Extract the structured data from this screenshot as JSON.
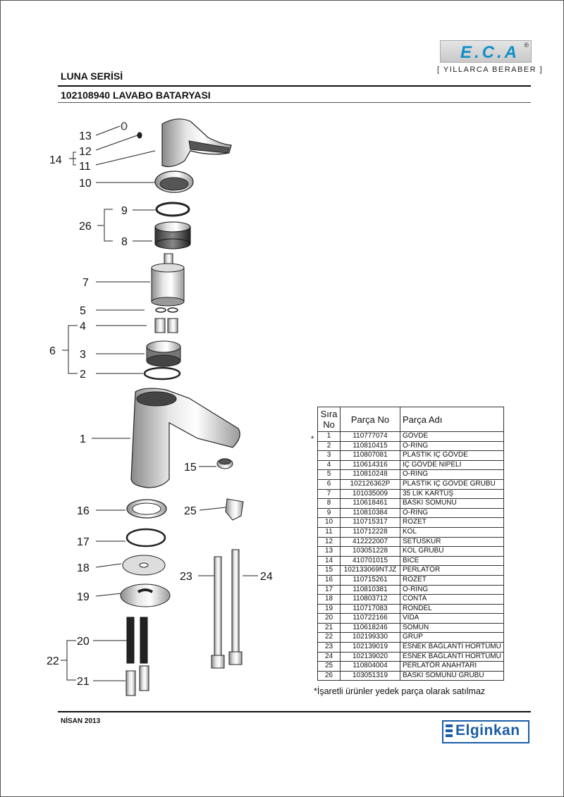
{
  "header": {
    "logo_text": "E.C.A",
    "logo_mark": "®",
    "slogan": "[ YILLARCA BERABER ]",
    "series": "LUNA SERİSİ",
    "product": "102108940  LAVABO BATARYASI"
  },
  "callouts": {
    "c13": "13",
    "c12": "12",
    "c11": "11",
    "c14": "14",
    "c10": "10",
    "c9": "9",
    "c26": "26",
    "c8": "8",
    "c7": "7",
    "c5": "5",
    "c4": "4",
    "c6": "6",
    "c3": "3",
    "c2": "2",
    "c1": "1",
    "c15": "15",
    "c16": "16",
    "c25": "25",
    "c17": "17",
    "c18": "18",
    "c23": "23",
    "c24": "24",
    "c19": "19",
    "c20": "20",
    "c22": "22",
    "c21": "21"
  },
  "table": {
    "header_no_1": "Sıra",
    "header_no_2": "No",
    "header_code": "Parça No",
    "header_name": "Parça Adı",
    "star": "*",
    "rows": [
      {
        "no": "1",
        "code": "110777074",
        "name": "GÖVDE"
      },
      {
        "no": "2",
        "code": "110810415",
        "name": "O-RİNG"
      },
      {
        "no": "3",
        "code": "110807081",
        "name": "PLASTİK İÇ GÖVDE"
      },
      {
        "no": "4",
        "code": "110614316",
        "name": "İÇ GÖVDE NIPELİ"
      },
      {
        "no": "5",
        "code": "110810248",
        "name": "O-RİNG"
      },
      {
        "no": "6",
        "code": "102126362P",
        "name": "PLASTİK İÇ GÖVDE GRUBU"
      },
      {
        "no": "7",
        "code": "101035009",
        "name": "35 LİK KARTUŞ"
      },
      {
        "no": "8",
        "code": "110618461",
        "name": "BASKI SOMUNU"
      },
      {
        "no": "9",
        "code": "110810384",
        "name": "O-RİNG"
      },
      {
        "no": "10",
        "code": "110715317",
        "name": "ROZET"
      },
      {
        "no": "11",
        "code": "110712228",
        "name": "KOL"
      },
      {
        "no": "12",
        "code": "412222007",
        "name": "SETUSKUR"
      },
      {
        "no": "13",
        "code": "103051228",
        "name": "KOL GRUBU"
      },
      {
        "no": "14",
        "code": "410701015",
        "name": "BİCE"
      },
      {
        "no": "15",
        "code": "102133069NTJZ",
        "name": "PERLATÖR"
      },
      {
        "no": "16",
        "code": "110715261",
        "name": "ROZET"
      },
      {
        "no": "17",
        "code": "110810381",
        "name": "O-RİNG"
      },
      {
        "no": "18",
        "code": "110803712",
        "name": "CONTA"
      },
      {
        "no": "19",
        "code": "110717083",
        "name": "RONDEL"
      },
      {
        "no": "20",
        "code": "110722166",
        "name": "VİDA"
      },
      {
        "no": "21",
        "code": "110618246",
        "name": "SOMUN"
      },
      {
        "no": "22",
        "code": "102199330",
        "name": "GRUP"
      },
      {
        "no": "23",
        "code": "102139019",
        "name": "ESNEK BAĞLANTI  HORTUMU"
      },
      {
        "no": "24",
        "code": "102139020",
        "name": "ESNEK BAĞLANTI  HORTUMU"
      },
      {
        "no": "25",
        "code": "110804004",
        "name": "PERLATÖR ANAHTARI"
      },
      {
        "no": "26",
        "code": "103051319",
        "name": "BASKI SOMUNU GRUBU"
      }
    ],
    "note": "*İşaretli ürünler yedek parça olarak satılmaz"
  },
  "footer": {
    "date": "NİSAN 2013",
    "brand": "Elginkan"
  },
  "colors": {
    "eca_blue": "#0f8fc9",
    "elginkan_blue": "#1a5da8"
  }
}
